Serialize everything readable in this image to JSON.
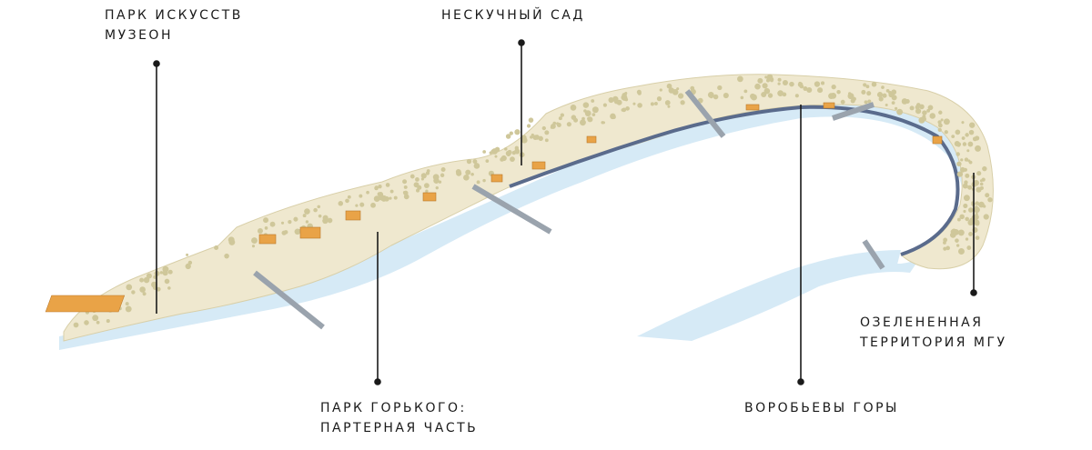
{
  "labels": {
    "muzeon": {
      "line1": "ПАРК ИСКУССТВ",
      "line2": "МУЗЕОН"
    },
    "neskuchny": {
      "line1": "НЕСКУЧНЫЙ САД"
    },
    "gorky": {
      "line1": "ПАРК ГОРЬКОГО:",
      "line2": "ПАРТЕРНАЯ ЧАСТЬ"
    },
    "vorobyovy": {
      "line1": "ВОРОБЬЕВЫ ГОРЫ"
    },
    "mgu": {
      "line1": "ОЗЕЛЕНЕННАЯ",
      "line2": "ТЕРРИТОРИЯ МГУ"
    }
  },
  "colors": {
    "river": "#d6eaf6",
    "land": "#efe8cf",
    "trees": "#cfc79a",
    "buildings": "#e9a347",
    "embankment": "#5a6b8c",
    "leader": "#1a1a1a"
  }
}
